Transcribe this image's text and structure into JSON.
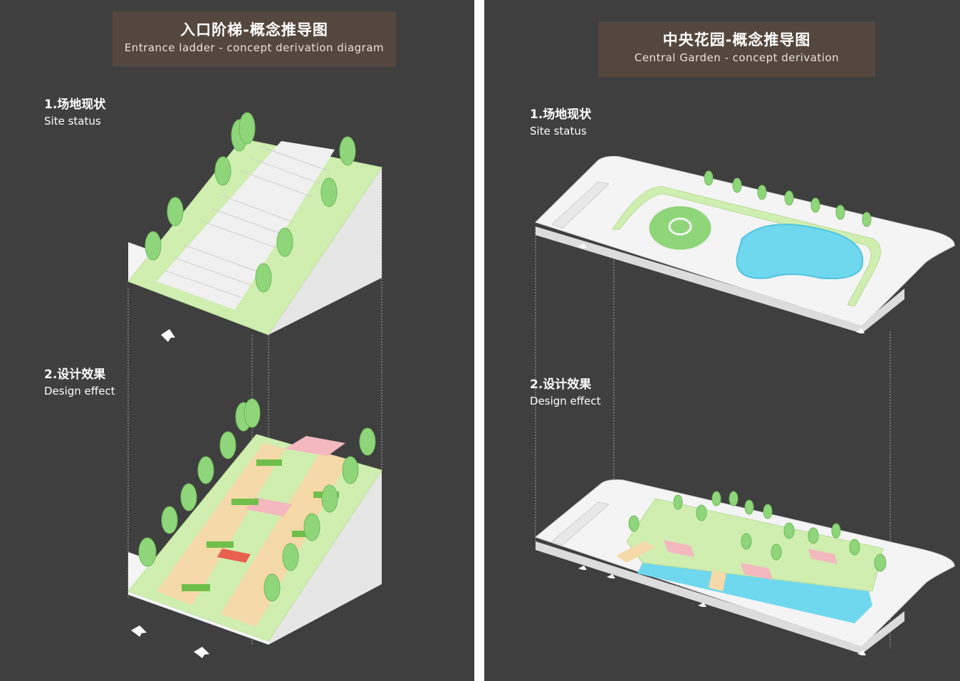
{
  "left": {
    "title_cn": "入口阶梯-概念推导图",
    "title_en": "Entrance ladder - concept derivation diagram",
    "step1_cn": "1.场地现状",
    "step1_en": "Site status",
    "step2_cn": "2.设计效果",
    "step2_en": "Design effect"
  },
  "right": {
    "title_cn": "中央花园-概念推导图",
    "title_en": "Central Garden - concept derivation",
    "step1_cn": "1.场地现状",
    "step1_en": "Site status",
    "step2_cn": "2.设计效果",
    "step2_en": "Design effect"
  },
  "colors": {
    "background": "#3f3f3f",
    "title_box": "#54473e",
    "grass": "#cfeeb0",
    "tree": "#8fd67a",
    "paving": "#f5d9a8",
    "pink": "#f4b8bf",
    "red": "#e8604e",
    "water": "#6fd8ee",
    "white": "#f4f4f4"
  }
}
